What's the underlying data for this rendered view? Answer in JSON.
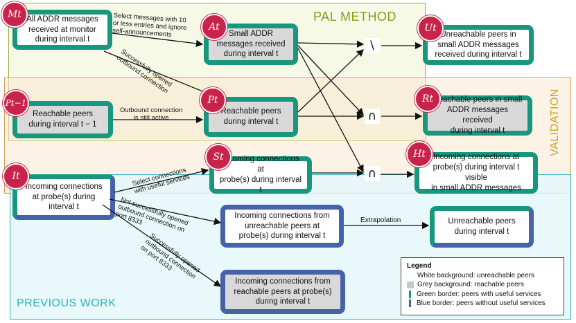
{
  "regions": {
    "pal": {
      "label": "PAL METHOD",
      "color": "#8a9a1c"
    },
    "validation": {
      "label": "VALIDATION",
      "color": "#c9a227"
    },
    "previous": {
      "label": "PREVIOUS WORK",
      "color": "#2fb0be"
    }
  },
  "nodes": {
    "m": {
      "text": "All ADDR messages\nreceived at monitor\nduring interval t",
      "badge": "Mt"
    },
    "a": {
      "text": "Small ADDR\nmessages received\nduring interval t",
      "badge": "At"
    },
    "u": {
      "text": "Unreachable peers in\nsmall ADDR messages\nreceived during interval t",
      "badge": "Ut"
    },
    "p_prev": {
      "text": "Reachable peers\nduring interval t − 1",
      "badge": "Pt−1"
    },
    "p": {
      "text": "Reachable peers\nduring interval t",
      "badge": "Pt"
    },
    "r": {
      "text": "Reachable peers in small\nADDR messages received\nduring interval t",
      "badge": "Rt"
    },
    "s": {
      "text": "Incoming connections at\nprobe(s) during interval t",
      "badge": "St"
    },
    "h": {
      "text": "Incoming connections at\nprobe(s) during interval t visible\nin small ADDR messages",
      "badge": "Ht"
    },
    "i": {
      "text": "Incoming connections\nat probe(s) during\ninterval t",
      "badge": "It"
    },
    "inc_unreach": {
      "text": "Incoming connections from\nunreachable peers at\nprobe(s) during interval t"
    },
    "unreach": {
      "text": "Unreachable peers\nduring interval t"
    },
    "inc_reach": {
      "text": "Incoming connections from\nreachable peers at probe(s)\nduring interval t"
    }
  },
  "operators": {
    "diff": "\\",
    "inter1": "∩",
    "inter2": "∩"
  },
  "edge_labels": {
    "select_small": "Select messages with 10\nor less entries and ignore\nself-announcements",
    "opened_outbound": "Successfully opened\noutbound connection",
    "still_active": "Outbound connection\nis still active",
    "useful_services": "Select connections\nwith useful services",
    "not_opened": "Not successfully opened\noutbound connection on\nport 8333",
    "opened_8333": "Successfully opened\noutbound connection\non port 8333",
    "extrapolation": "Extrapolation"
  },
  "legend": {
    "title": "Legend",
    "items": [
      "White background: unreachable peers",
      "Grey background: reachable peers",
      "Green border: peers with useful services",
      "Blue border: peers without useful services"
    ]
  },
  "colors": {
    "green_border": "#16977e",
    "blue_border": "#4662a8",
    "grey_fill": "#d9d9d9",
    "badge": "#c8234a"
  }
}
